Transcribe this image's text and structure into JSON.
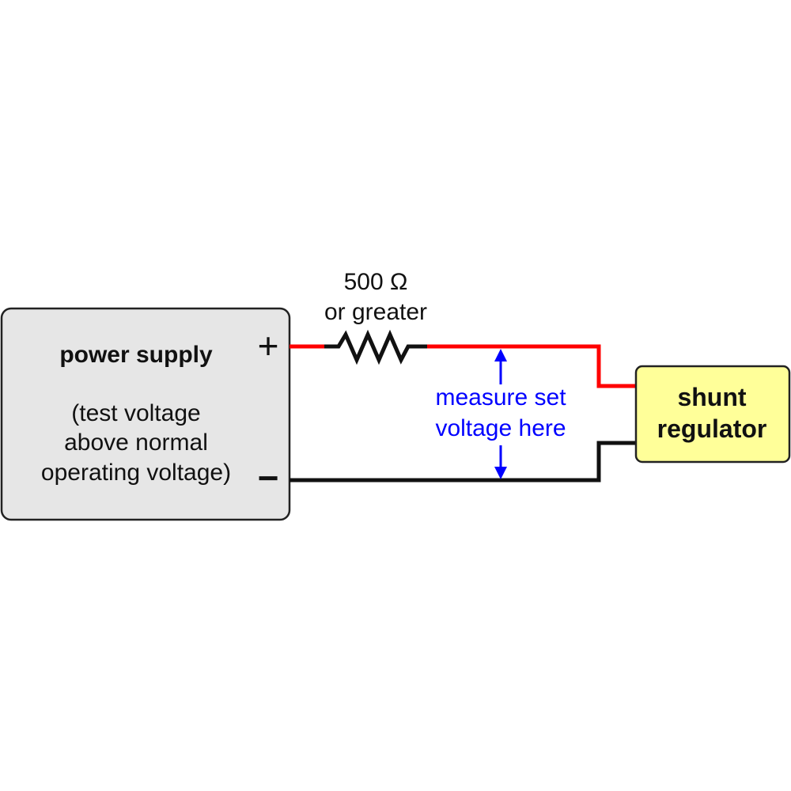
{
  "power_supply": {
    "title": "power supply",
    "note_lines": [
      "(test voltage",
      "above normal",
      "operating voltage)"
    ],
    "plus_symbol": "+",
    "minus_symbol": "−"
  },
  "resistor": {
    "value_label": "500 Ω",
    "qualifier_label": "or greater"
  },
  "measurement": {
    "lines": [
      "measure set",
      "voltage here"
    ]
  },
  "shunt_regulator": {
    "lines": [
      "shunt",
      "regulator"
    ]
  },
  "colors": {
    "positive_wire": "#ff0000",
    "negative_wire": "#111111",
    "power_supply_fill": "#e6e6e6",
    "regulator_fill": "#ffff99",
    "measurement_annotation": "#0000ff"
  }
}
